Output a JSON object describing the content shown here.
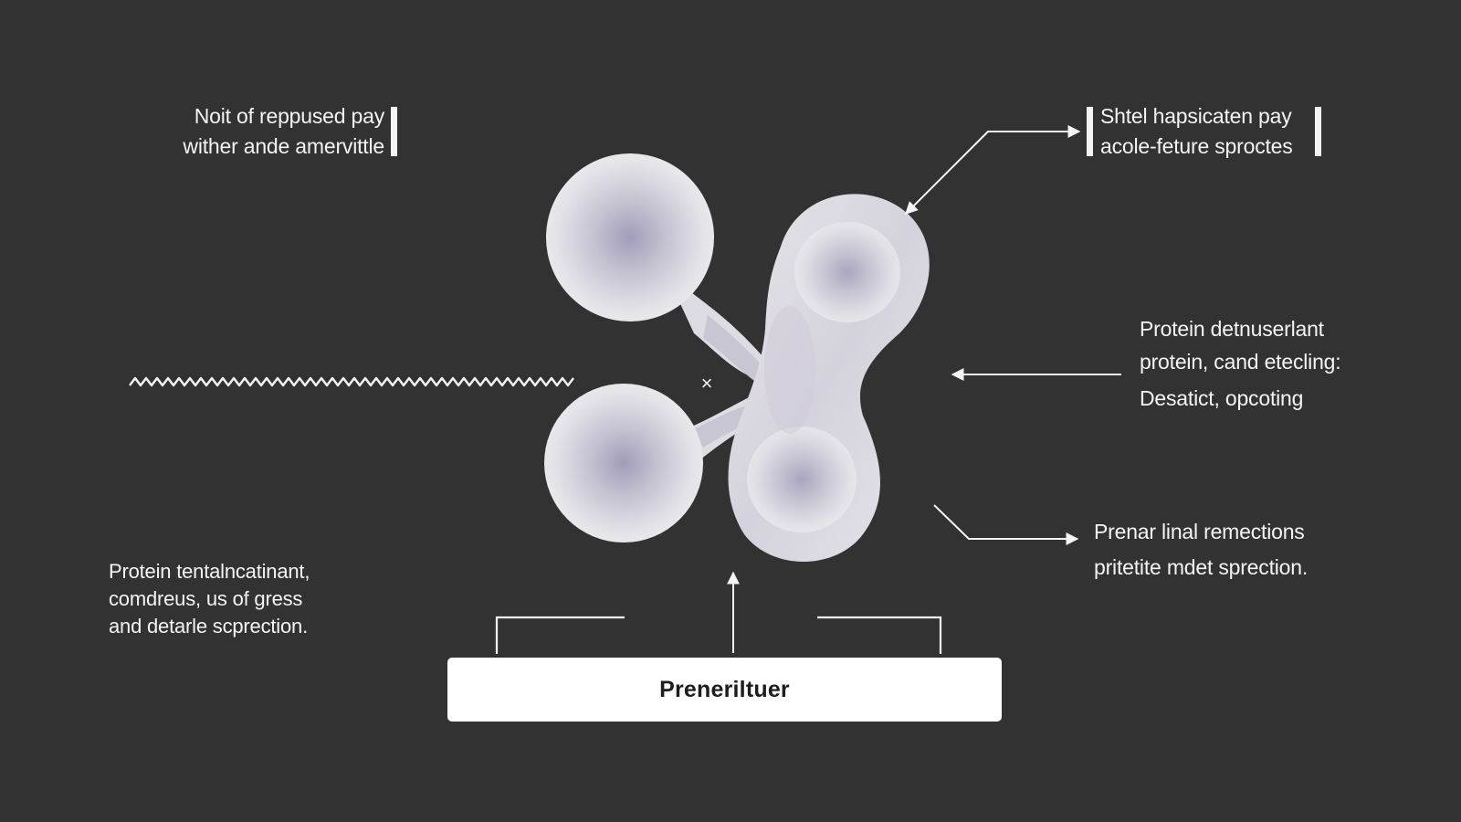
{
  "labels": {
    "top_left": [
      "Noit of reppused pay",
      "wither ande amervittle"
    ],
    "top_right": [
      "Shtel hapsicaten pay",
      "acole-feture sproctes"
    ],
    "middle_right": [
      "Protein detnuserlant",
      "protein, cand etecling:",
      "Desatict, opcoting"
    ],
    "lower_right": [
      "Prenar linal remections",
      "pritetite mdet sprection."
    ],
    "lower_left": [
      "Protein tentalncatinant,",
      "comdreus, us of gress",
      "and detarle scprection."
    ]
  },
  "center_mark": "×",
  "bottom_box": "Preneriltuer",
  "colors": {
    "background": "#323232",
    "foreground": "#f4f4f4",
    "molecule_light": "#ecebee",
    "molecule_core": "#9c98b4",
    "box": "#ffffff",
    "box_text": "#1d1d1d"
  },
  "icons": [
    "wavy-line",
    "molecule-shape",
    "arrow-head"
  ]
}
